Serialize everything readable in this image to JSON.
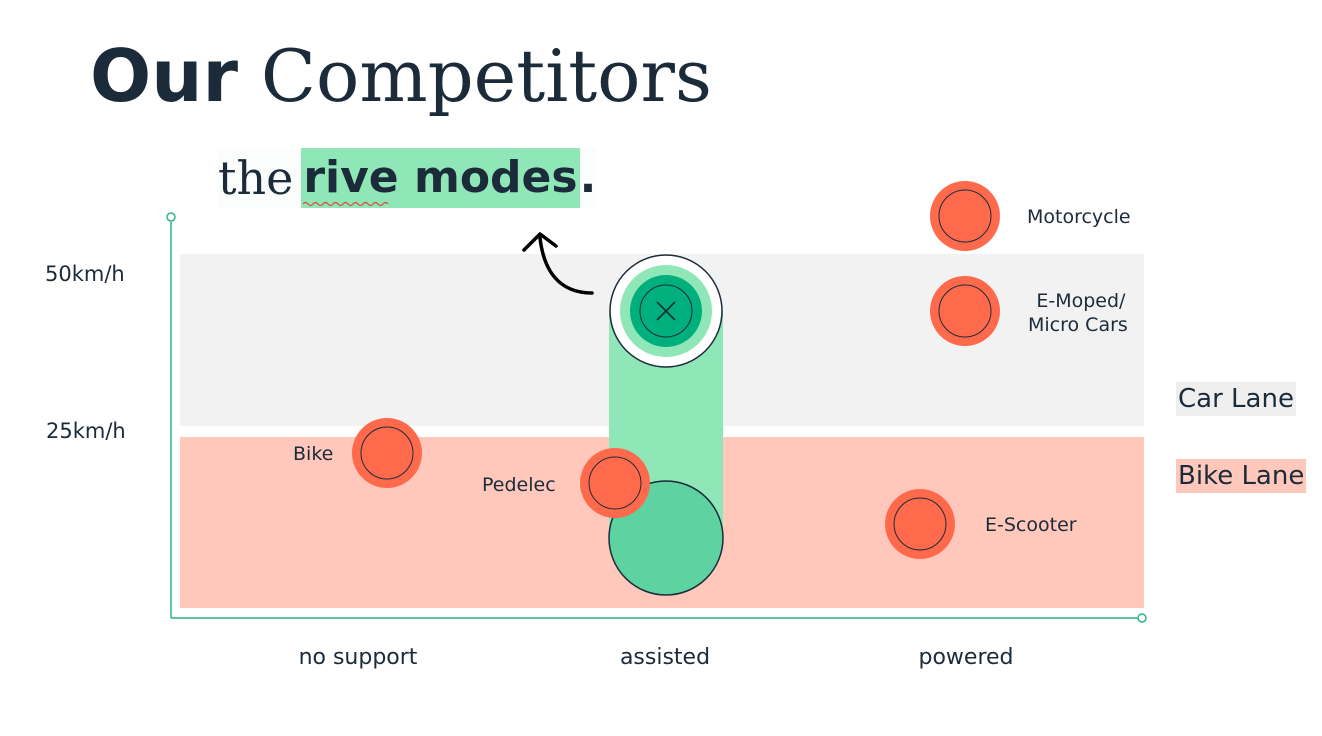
{
  "slide": {
    "title_bold": "Our",
    "title_regular": "Competitors",
    "tagline_prefix": "the",
    "tagline_highlight": "rive modes",
    "tagline_suffix": "."
  },
  "axis": {
    "y_ticks": [
      "50km/h",
      "25km/h"
    ],
    "x_categories": [
      "no support",
      "assisted",
      "powered"
    ]
  },
  "lanes": {
    "car": "Car Lane",
    "bike": "Bike Lane"
  },
  "competitors": [
    {
      "name": "Motorcycle"
    },
    {
      "name": "E-Moped/ Micro Cars",
      "line1": "E-Moped/",
      "line2": "Micro Cars"
    },
    {
      "name": "Bike"
    },
    {
      "name": "Pedelec"
    },
    {
      "name": "E-Scooter"
    }
  ],
  "colors": {
    "text": "#1b2b3a",
    "competitor": "#ff6a4d",
    "own_product": "#00b07c",
    "own_range": "#8fe6b7",
    "car_lane": "#f2f2f2",
    "bike_lane": "#ffc8bb",
    "axis": "#2fb483"
  },
  "icons": {
    "own_product": "close-icon",
    "arrow": "curved-arrow-icon"
  }
}
